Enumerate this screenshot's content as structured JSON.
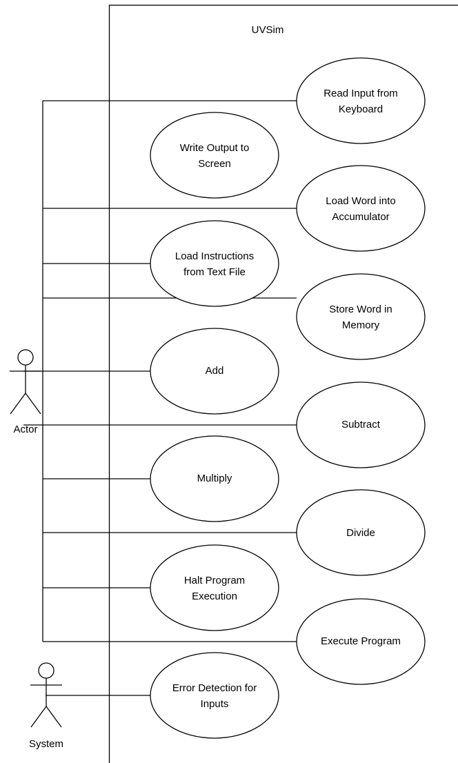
{
  "system_title": "UVSim",
  "actors": {
    "actor": "Actor",
    "system": "System"
  },
  "use_cases": {
    "read_input": [
      "Read Input from",
      "Keyboard"
    ],
    "write_output": [
      "Write Output to",
      "Screen"
    ],
    "load_word": [
      "Load Word into",
      "Accumulator"
    ],
    "load_instructions": [
      "Load Instructions",
      "from Text File"
    ],
    "store_word": [
      "Store Word in",
      "Memory"
    ],
    "add": [
      "Add"
    ],
    "subtract": [
      "Subtract"
    ],
    "multiply": [
      "Multiply"
    ],
    "divide": [
      "Divide"
    ],
    "halt": [
      "Halt Program",
      "Execution"
    ],
    "execute": [
      "Execute Program"
    ],
    "error_detection": [
      "Error Detection for",
      "Inputs"
    ]
  }
}
